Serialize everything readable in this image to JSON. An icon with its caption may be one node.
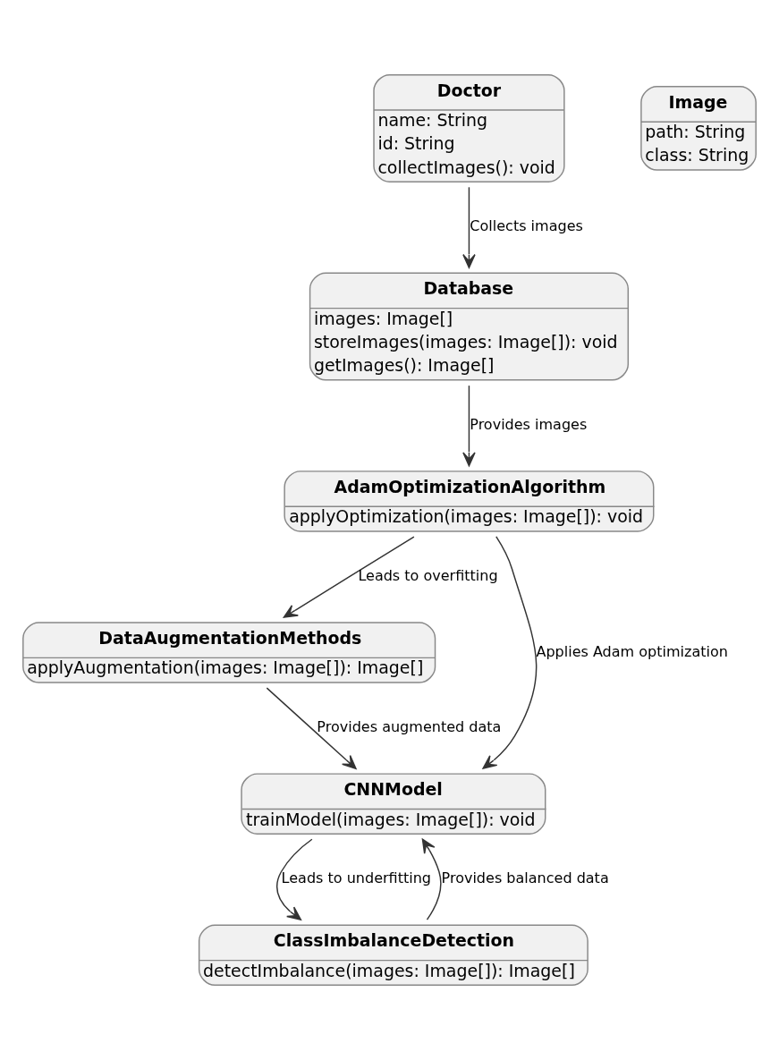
{
  "diagram": {
    "nodes": [
      {
        "text": [
          "Doctor",
          "name: String",
          "id: String",
          "collectImages(): void"
        ]
      },
      {
        "text": [
          "Image",
          "path: String",
          "class: String"
        ]
      },
      {
        "text": [
          "Database",
          "images: Image[]",
          "storeImages(images: Image[]): void",
          "getImages(): Image[]"
        ]
      },
      {
        "text": [
          "AdamOptimizationAlgorithm",
          "applyOptimization(images: Image[]): void"
        ]
      },
      {
        "text": [
          "DataAugmentationMethods",
          "applyAugmentation(images: Image[]): Image[]"
        ]
      },
      {
        "text": [
          "CNNModel",
          "trainModel(images: Image[]): void"
        ]
      },
      {
        "text": [
          "ClassImbalanceDetection",
          "detectImbalance(images: Image[]): Image[]"
        ]
      }
    ],
    "edges": [
      {
        "from": 0,
        "to": 2,
        "arrow": "to",
        "label": "Collects images"
      },
      {
        "from": 2,
        "to": 3,
        "arrow": "to",
        "label": "Provides images"
      },
      {
        "from": 3,
        "to": 4,
        "arrow": "to",
        "label": "Leads to overfitting"
      },
      {
        "from": 3,
        "to": 5,
        "arrow": "to",
        "label": "Applies Adam optimization"
      },
      {
        "from": 4,
        "to": 5,
        "arrow": "to",
        "label": "Provides augmented data"
      },
      {
        "from": 5,
        "to": 6,
        "arrow": "to",
        "label": "Leads to underfitting"
      },
      {
        "from": 6,
        "to": 5,
        "arrow": "to",
        "label": "Provides balanced data"
      }
    ]
  }
}
